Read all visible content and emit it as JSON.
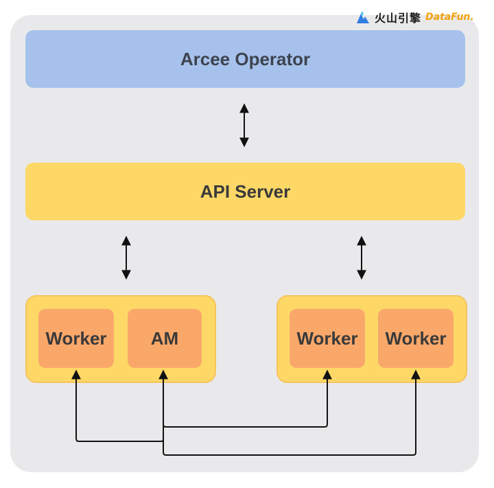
{
  "logo": {
    "brand_cn": "火山引擎",
    "brand_partner": "DataFun."
  },
  "diagram": {
    "operator": {
      "label": "Arcee Operator"
    },
    "api_server": {
      "label": "API Server"
    },
    "group_left": {
      "worker": {
        "label": "Worker"
      },
      "am": {
        "label": "AM"
      }
    },
    "group_right": {
      "worker_1": {
        "label": "Worker"
      },
      "worker_2": {
        "label": "Worker"
      }
    },
    "colors": {
      "panel": "#e9e9eb",
      "operator": "#a6c2ec",
      "api_server": "#fdd867",
      "node": "#f9a86a",
      "arrow": "#111111"
    }
  }
}
